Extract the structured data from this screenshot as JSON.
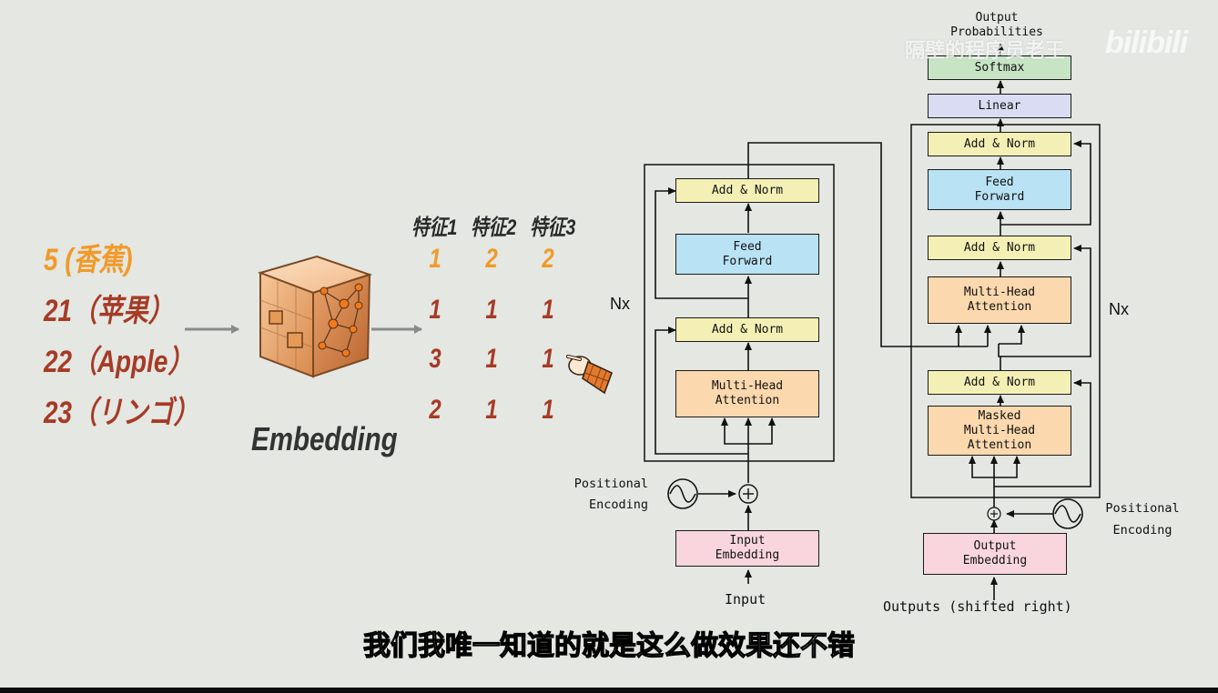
{
  "colors": {
    "orange": "#f19a2a",
    "red": "#a63b26",
    "add_norm": "#f4f0b5",
    "feed_forward": "#b9e2f4",
    "attention": "#fbd8ad",
    "embedding": "#f9d6dd",
    "linear": "#d9dcf2",
    "softmax": "#c7e4c5"
  },
  "tokens": [
    {
      "text": "5 (香蕉)",
      "color": "orange"
    },
    {
      "text": "21（苹果）",
      "color": "red"
    },
    {
      "text": "22（Apple）",
      "color": "red"
    },
    {
      "text": "23（リンゴ）",
      "color": "red"
    }
  ],
  "embedding_label": "Embedding",
  "features": {
    "headers": [
      "特征1",
      "特征2",
      "特征3"
    ],
    "rows": [
      {
        "values": [
          "1",
          "2",
          "2"
        ],
        "color": "orange"
      },
      {
        "values": [
          "1",
          "1",
          "1"
        ],
        "color": "red"
      },
      {
        "values": [
          "3",
          "1",
          "1"
        ],
        "color": "red"
      },
      {
        "values": [
          "2",
          "1",
          "1"
        ],
        "color": "red"
      }
    ]
  },
  "encoder": {
    "nx": "Nx",
    "add_norm_top": "Add & Norm",
    "feed_forward": "Feed\nForward",
    "add_norm_bottom": "Add & Norm",
    "attention": "Multi-Head\nAttention",
    "positional_encoding": "Positional\nEncoding",
    "input_embedding": "Input\nEmbedding",
    "input_label": "Input"
  },
  "decoder": {
    "nx": "Nx",
    "output_probabilities": "Output\nProbabilities",
    "softmax": "Softmax",
    "linear": "Linear",
    "add_norm_top": "Add & Norm",
    "feed_forward": "Feed\nForward",
    "add_norm_mid": "Add & Norm",
    "attention": "Multi-Head\nAttention",
    "add_norm_bottom": "Add & Norm",
    "masked_attention": "Masked\nMulti-Head\nAttention",
    "positional_encoding": "Positional\nEncoding",
    "output_embedding": "Output\nEmbedding",
    "outputs_label": "Outputs (shifted right)"
  },
  "subtitle": "我们我唯一知道的就是这么做效果还不错",
  "watermark": "隔壁的程序员老王",
  "logo": "bilibili"
}
